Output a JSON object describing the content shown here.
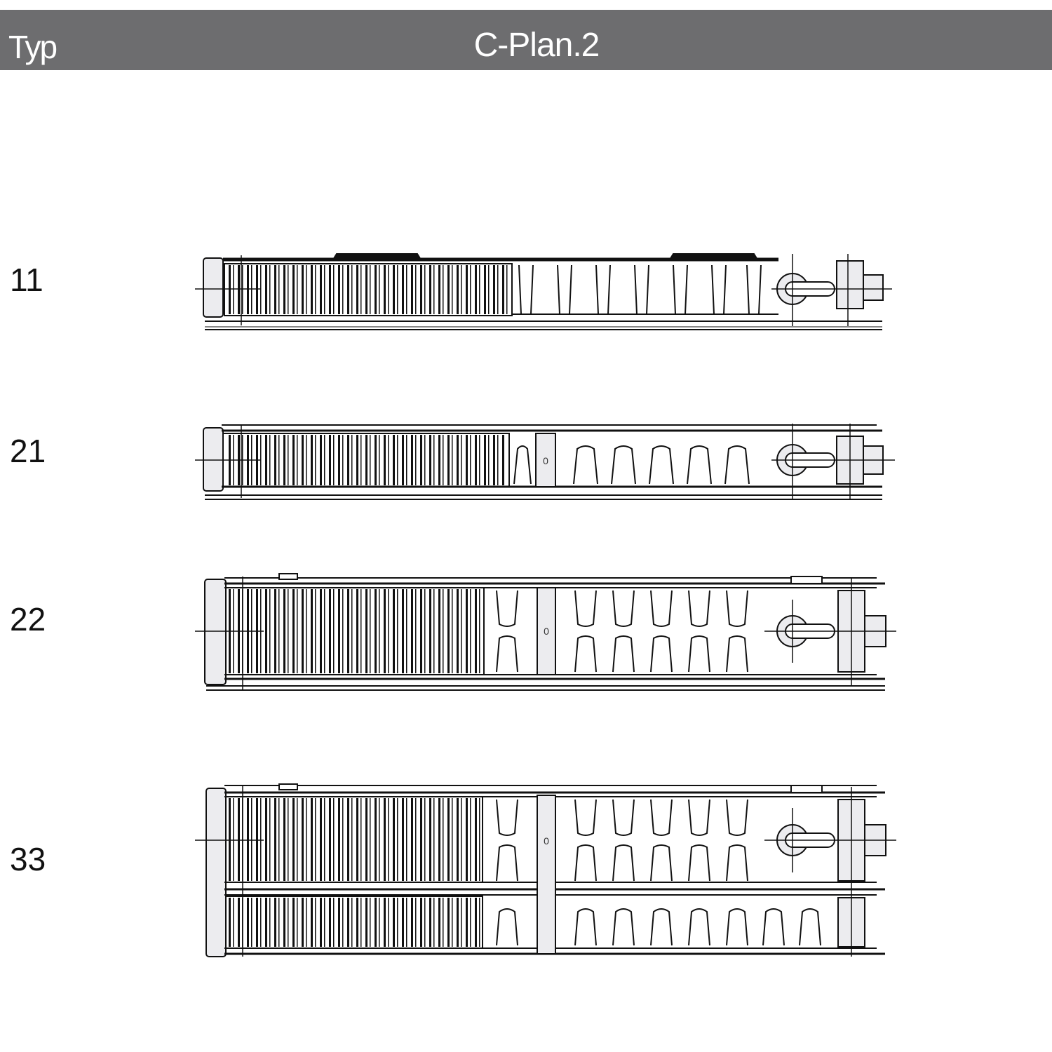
{
  "header": {
    "column_label": "Typ",
    "product_name": "C-Plan.2",
    "background_color": "#6d6d6f",
    "text_color": "#ffffff"
  },
  "rows": [
    {
      "type": "11",
      "panels": 1,
      "convectors": 1
    },
    {
      "type": "21",
      "panels": 2,
      "convectors": 1
    },
    {
      "type": "22",
      "panels": 2,
      "convectors": 2
    },
    {
      "type": "33",
      "panels": 3,
      "convectors": 3
    }
  ],
  "drawing": {
    "description": "Top-view line drawings of radiator cross-sections per type",
    "center_marker": "0",
    "line_color": "#111111",
    "fill_color": "#ececef"
  }
}
